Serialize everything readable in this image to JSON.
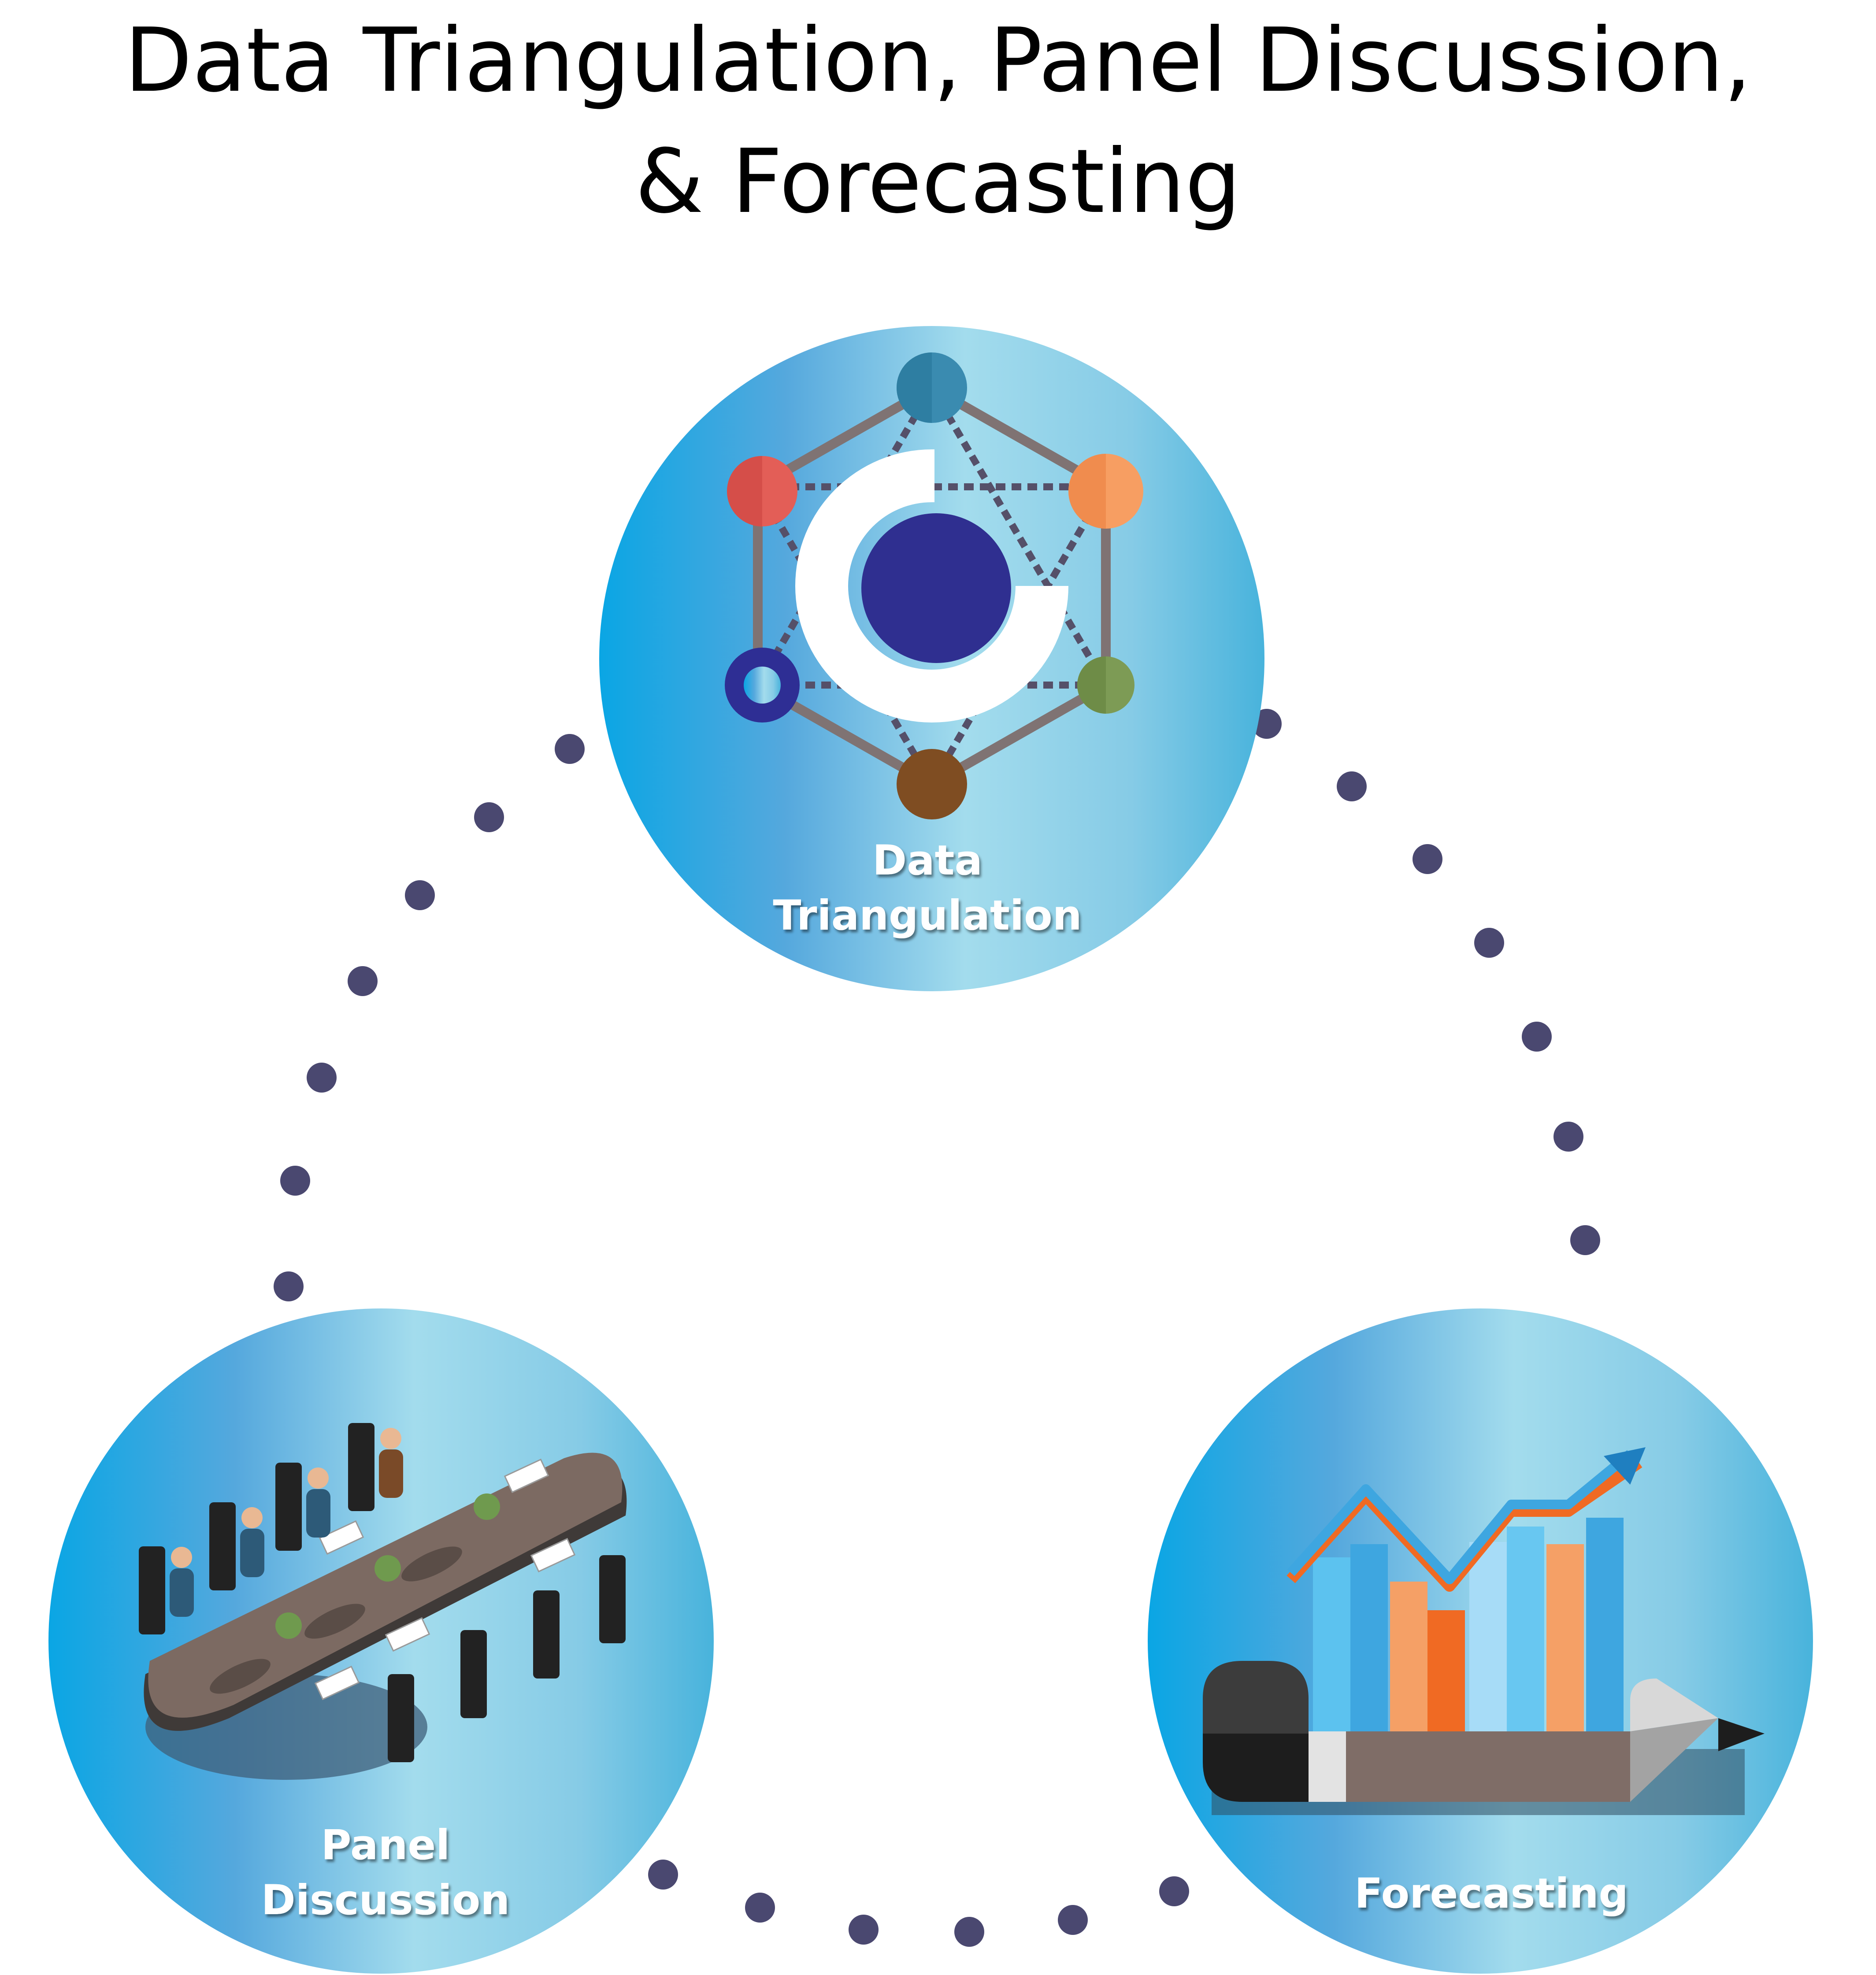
{
  "title": {
    "line1": "Data Triangulation, Panel Discussion,",
    "line2": "& Forecasting"
  },
  "nodes": [
    {
      "id": "data-triangulation",
      "label_lines": [
        "Data",
        "Triangulation"
      ],
      "icon": "network-hub-icon"
    },
    {
      "id": "panel-discussion",
      "label_lines": [
        "Panel",
        "Discussion"
      ],
      "icon": "conference-table-icon"
    },
    {
      "id": "forecasting",
      "label_lines": [
        "Forecasting"
      ],
      "icon": "bar-chart-pencil-icon"
    }
  ],
  "colors": {
    "circle_edge": "#0aa6e4",
    "circle_mid": "#9ad9ee",
    "dot": "#4a4870",
    "label_text": "#ffffff",
    "title_text": "#000000"
  },
  "connector": "dotted-arc"
}
